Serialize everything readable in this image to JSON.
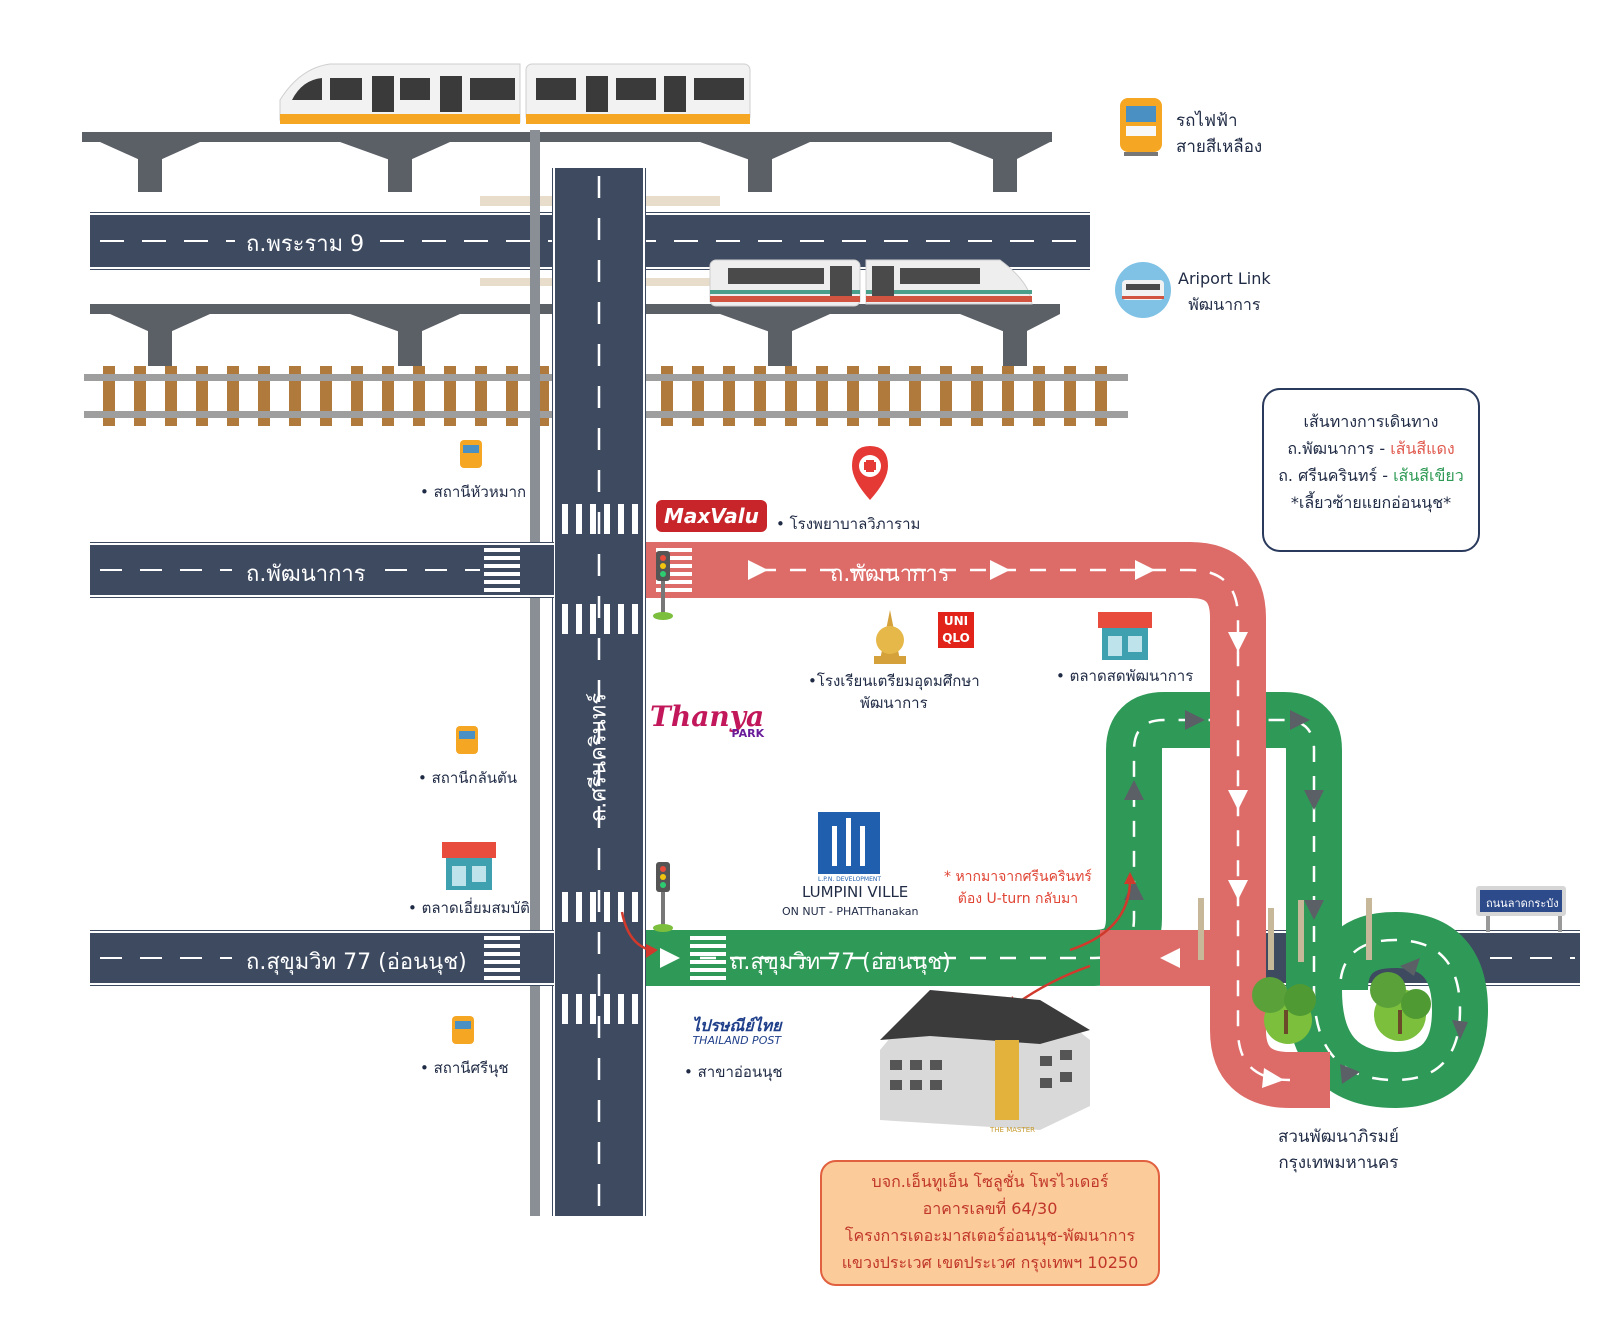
{
  "transit": {
    "bts_yellow": [
      "รถไฟฟ้า",
      "สายสีเหลือง"
    ],
    "airport_link": [
      "Ariport Link",
      "พัฒนาการ"
    ]
  },
  "roads": {
    "rama9": "ถ.พระราม 9",
    "phatthanakan_left": "ถ.พัฒนาการ",
    "phatthanakan_right": "ถ.พัฒนาการ",
    "srinakarin": "ถ.ศรีนครินทร์",
    "sukhumvit_left": "ถ.สุขุมวิท 77 (อ่อนนุช)",
    "sukhumvit_right": "ถ.สุขุมวิท 77 (อ่อนนุช)",
    "lat_krabang_sign": "ถนนลาดกระบัง"
  },
  "stations": {
    "hua_mak": "• สถานีหัวหมาก",
    "klan_ton": "• สถานีกลันตัน",
    "si_nut": "• สถานีศรีนุช"
  },
  "places": {
    "hospital": "• โรงพยาบาลวิภาราม",
    "school": [
      "•โรงเรียนเตรียมอุดมศึกษา",
      "พัฒนาการ"
    ],
    "market_right": "• ตลาดสดพัฒนาการ",
    "market_left": "• ตลาดเอี่ยมสมบัติ",
    "lumpini": [
      "LUMPINI VILLE",
      "ON NUT - PHATThanakan"
    ],
    "post_office": "• สาขาอ่อนนุช",
    "park": [
      "สวนพัฒนาภิรมย์",
      "กรุงเทพมหานคร"
    ]
  },
  "brands": {
    "maxvalu": "MaxValu",
    "uniqlo": [
      "UNI",
      "QLO"
    ],
    "thanya": "Thanya",
    "thanya_sub": "PARK",
    "thailand_post": [
      "ไปรษณีย์ไทย",
      "THAILAND POST"
    ],
    "lumpini_logo_text": "L.P.N. DEVELOPMENT",
    "building_sign": "THE MASTER"
  },
  "legend": {
    "title": "เส้นทางการเดินทาง",
    "line1_prefix": "ถ.พัฒนาการ - ",
    "line1_color": "เส้นสีแดง",
    "line2_prefix": "ถ. ศรีนครินทร์ - ",
    "line2_color": "เส้นสีเขียว",
    "line3": "*เลี้ยวซ้ายแยกอ่อนนุช*"
  },
  "uturn_note": [
    "* หากมาจากศรีนครินทร์",
    "ต้อง U-turn กลับมา"
  ],
  "address": [
    "บจก.เอ็นทูเอ็น โซลูชั่น โพรไวเดอร์",
    "อาคารเลขที่ 64/30",
    "โครงการเดอะมาสเตอร์อ่อนนุช-พัฒนาการ",
    "แขวงประเวศ เขตประเวศ กรุงเทพฯ 10250"
  ],
  "colors": {
    "road": "#3d4a60",
    "red_route": "#dd6b68",
    "green_route": "#2f9a58",
    "bts_orange": "#f5a623",
    "rail_wood": "#b07a3c",
    "pillar": "#5b5f66",
    "legend_border": "#2a3a5c",
    "address_fill": "#fccb9a",
    "address_border": "#e0603f"
  }
}
